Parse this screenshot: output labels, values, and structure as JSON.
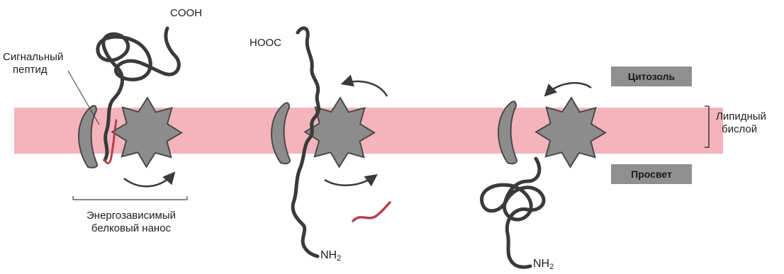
{
  "labels": {
    "cooh": "COOH",
    "hooc": "HOOC",
    "signal_peptide_line1": "Сигнальный",
    "signal_peptide_line2": "пептид",
    "energy_line1": "Энергозависимый",
    "energy_line2": "белковый нанос",
    "nh2_base": "NH",
    "nh2_sub": "2",
    "cytosol": "Цитозоль",
    "lumen": "Просвет",
    "lipid_line1": "Липидный",
    "lipid_line2": "бислой"
  },
  "colors": {
    "membrane": "#f5b3bc",
    "protein_fill": "#8c8c8c",
    "protein_stroke": "#4a4a4a",
    "chain": "#3a3a3a",
    "signal_peptide": "#b5404d",
    "box": "#8f8f8f"
  },
  "icons": [
    "translocator-star-icon",
    "membrane-channel-half-icon",
    "rotation-arrow-icon"
  ]
}
